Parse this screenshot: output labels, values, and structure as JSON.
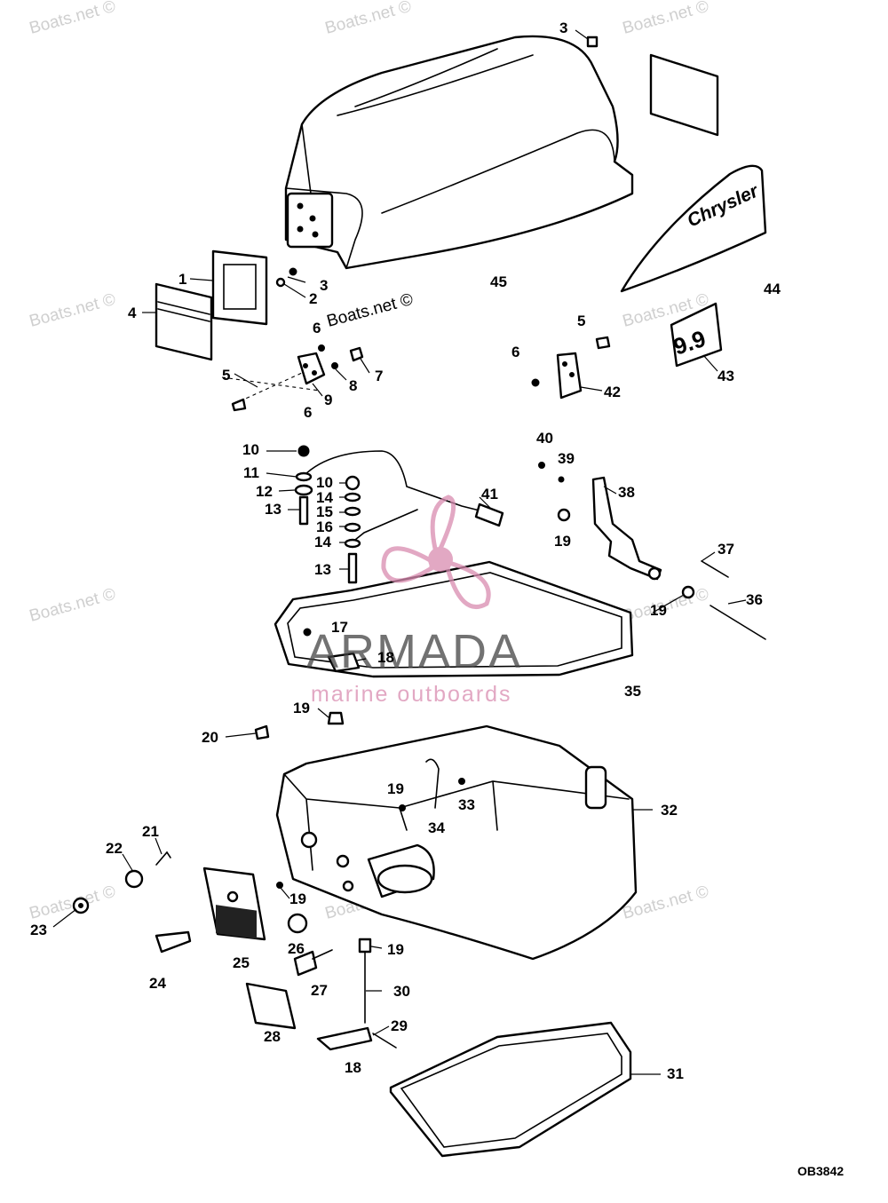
{
  "diagram": {
    "reference_code": "OB3842",
    "brand_decal_text": "Chrysler",
    "hp_decal_text": "9.9"
  },
  "watermarks": {
    "site": "Boats.net ©",
    "logo_name": "ARMADA",
    "logo_tagline": "marine outboards"
  },
  "callouts": [
    {
      "id": "c3a",
      "text": "3"
    },
    {
      "id": "c1",
      "text": "1"
    },
    {
      "id": "c3b",
      "text": "3"
    },
    {
      "id": "c2",
      "text": "2"
    },
    {
      "id": "c4",
      "text": "4"
    },
    {
      "id": "c45",
      "text": "45"
    },
    {
      "id": "c44",
      "text": "44"
    },
    {
      "id": "c6a",
      "text": "6"
    },
    {
      "id": "c5a",
      "text": "5"
    },
    {
      "id": "c7",
      "text": "7"
    },
    {
      "id": "c8",
      "text": "8"
    },
    {
      "id": "c9",
      "text": "9"
    },
    {
      "id": "c6b",
      "text": "6"
    },
    {
      "id": "c5b",
      "text": "5"
    },
    {
      "id": "c6c",
      "text": "6"
    },
    {
      "id": "c42",
      "text": "42"
    },
    {
      "id": "c43",
      "text": "43"
    },
    {
      "id": "c10a",
      "text": "10"
    },
    {
      "id": "c11",
      "text": "11"
    },
    {
      "id": "c12",
      "text": "12"
    },
    {
      "id": "c13a",
      "text": "13"
    },
    {
      "id": "c10b",
      "text": "10"
    },
    {
      "id": "c14a",
      "text": "14"
    },
    {
      "id": "c15",
      "text": "15"
    },
    {
      "id": "c16",
      "text": "16"
    },
    {
      "id": "c14b",
      "text": "14"
    },
    {
      "id": "c13b",
      "text": "13"
    },
    {
      "id": "c41",
      "text": "41"
    },
    {
      "id": "c40",
      "text": "40"
    },
    {
      "id": "c39",
      "text": "39"
    },
    {
      "id": "c38",
      "text": "38"
    },
    {
      "id": "c19a",
      "text": "19"
    },
    {
      "id": "c37",
      "text": "37"
    },
    {
      "id": "c36",
      "text": "36"
    },
    {
      "id": "c19b",
      "text": "19"
    },
    {
      "id": "c17",
      "text": "17"
    },
    {
      "id": "c18a",
      "text": "18"
    },
    {
      "id": "c35",
      "text": "35"
    },
    {
      "id": "c19c",
      "text": "19"
    },
    {
      "id": "c20",
      "text": "20"
    },
    {
      "id": "c19d",
      "text": "19"
    },
    {
      "id": "c33",
      "text": "33"
    },
    {
      "id": "c34",
      "text": "34"
    },
    {
      "id": "c32",
      "text": "32"
    },
    {
      "id": "c21",
      "text": "21"
    },
    {
      "id": "c22",
      "text": "22"
    },
    {
      "id": "c23",
      "text": "23"
    },
    {
      "id": "c19e",
      "text": "19"
    },
    {
      "id": "c26",
      "text": "26"
    },
    {
      "id": "c19f",
      "text": "19"
    },
    {
      "id": "c25",
      "text": "25"
    },
    {
      "id": "c24",
      "text": "24"
    },
    {
      "id": "c27",
      "text": "27"
    },
    {
      "id": "c30",
      "text": "30"
    },
    {
      "id": "c28",
      "text": "28"
    },
    {
      "id": "c29",
      "text": "29"
    },
    {
      "id": "c18b",
      "text": "18"
    },
    {
      "id": "c31",
      "text": "31"
    }
  ]
}
